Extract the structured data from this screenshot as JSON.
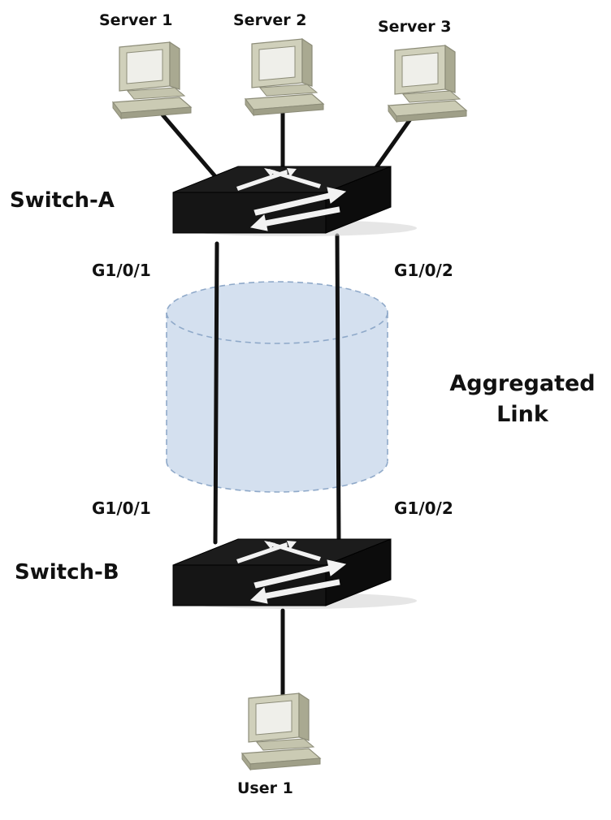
{
  "servers": [
    {
      "label": "Server 1"
    },
    {
      "label": "Server 2"
    },
    {
      "label": "Server 3"
    }
  ],
  "switches": {
    "a": {
      "label": "Switch-A",
      "port_left": "G1/0/1",
      "port_right": "G1/0/2"
    },
    "b": {
      "label": "Switch-B",
      "port_left": "G1/0/1",
      "port_right": "G1/0/2"
    }
  },
  "aggregated_link": {
    "line1": "Aggregated",
    "line2": "Link"
  },
  "user": {
    "label": "User 1"
  },
  "colors": {
    "cylinder_fill": "#cfdded",
    "cylinder_dash": "#8fa9c9",
    "switch_body": "#111111",
    "computer_body": "#c9c9b2",
    "computer_screen": "#eeeeea"
  }
}
